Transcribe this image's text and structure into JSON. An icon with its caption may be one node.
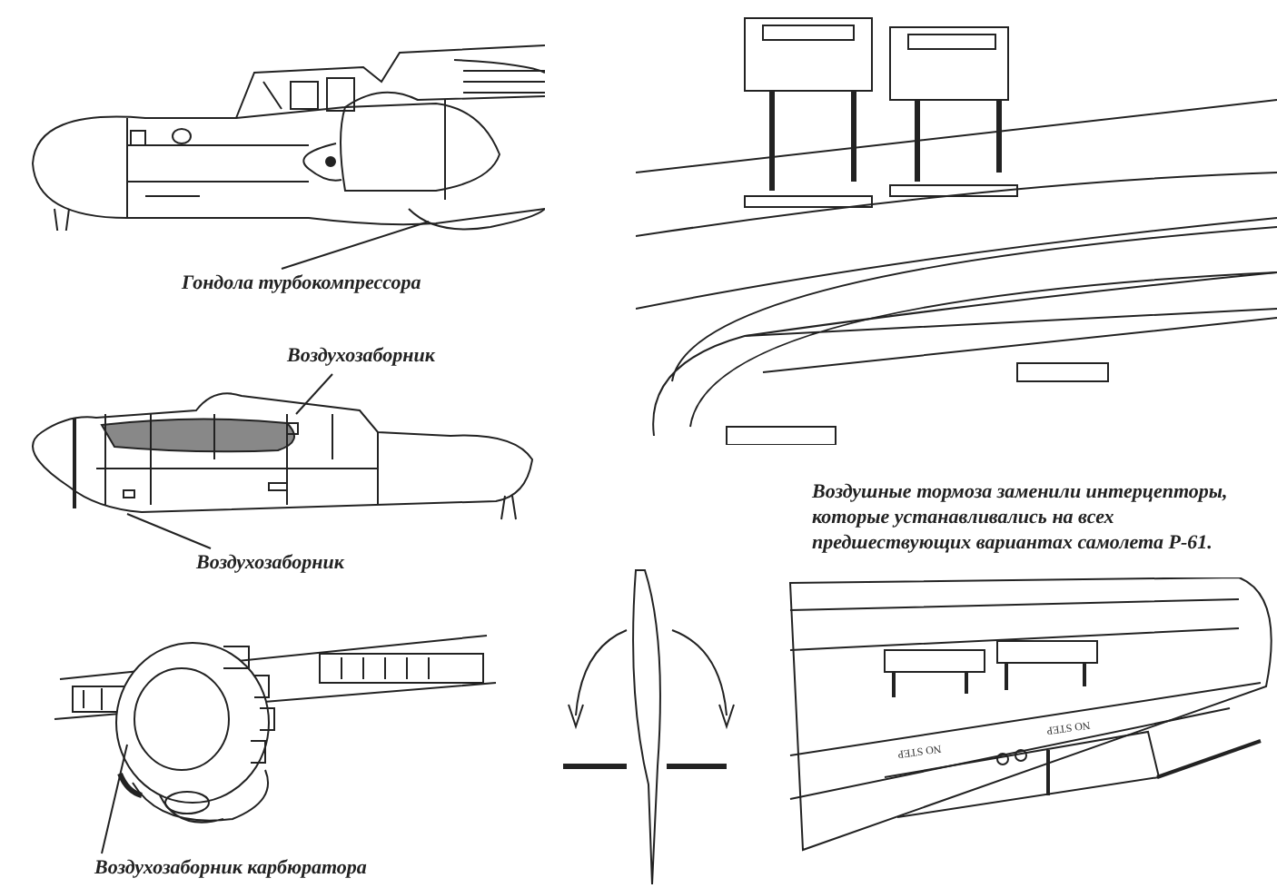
{
  "diagram": {
    "nodes": [
      {
        "text": [
          "Гондола турбокомпрессора"
        ]
      },
      {
        "text": [
          "Воздухозаборник"
        ]
      },
      {
        "text": [
          "Воздухозаборник"
        ]
      },
      {
        "text": [
          "Воздухозаборник карбюратора"
        ]
      }
    ],
    "edges": [
      {
        "from": 0,
        "to": null,
        "arrow": "none"
      },
      {
        "from": 1,
        "to": null,
        "arrow": "none"
      },
      {
        "from": 2,
        "to": null,
        "arrow": "none"
      },
      {
        "from": 3,
        "to": null,
        "arrow": "none"
      }
    ],
    "labels": [
      "Воздушные тормоза заменили интерцепторы, которые устанавливались на всех предшествующих вариантах самолета P-61.",
      "NO STEP",
      "NO STEP"
    ]
  }
}
